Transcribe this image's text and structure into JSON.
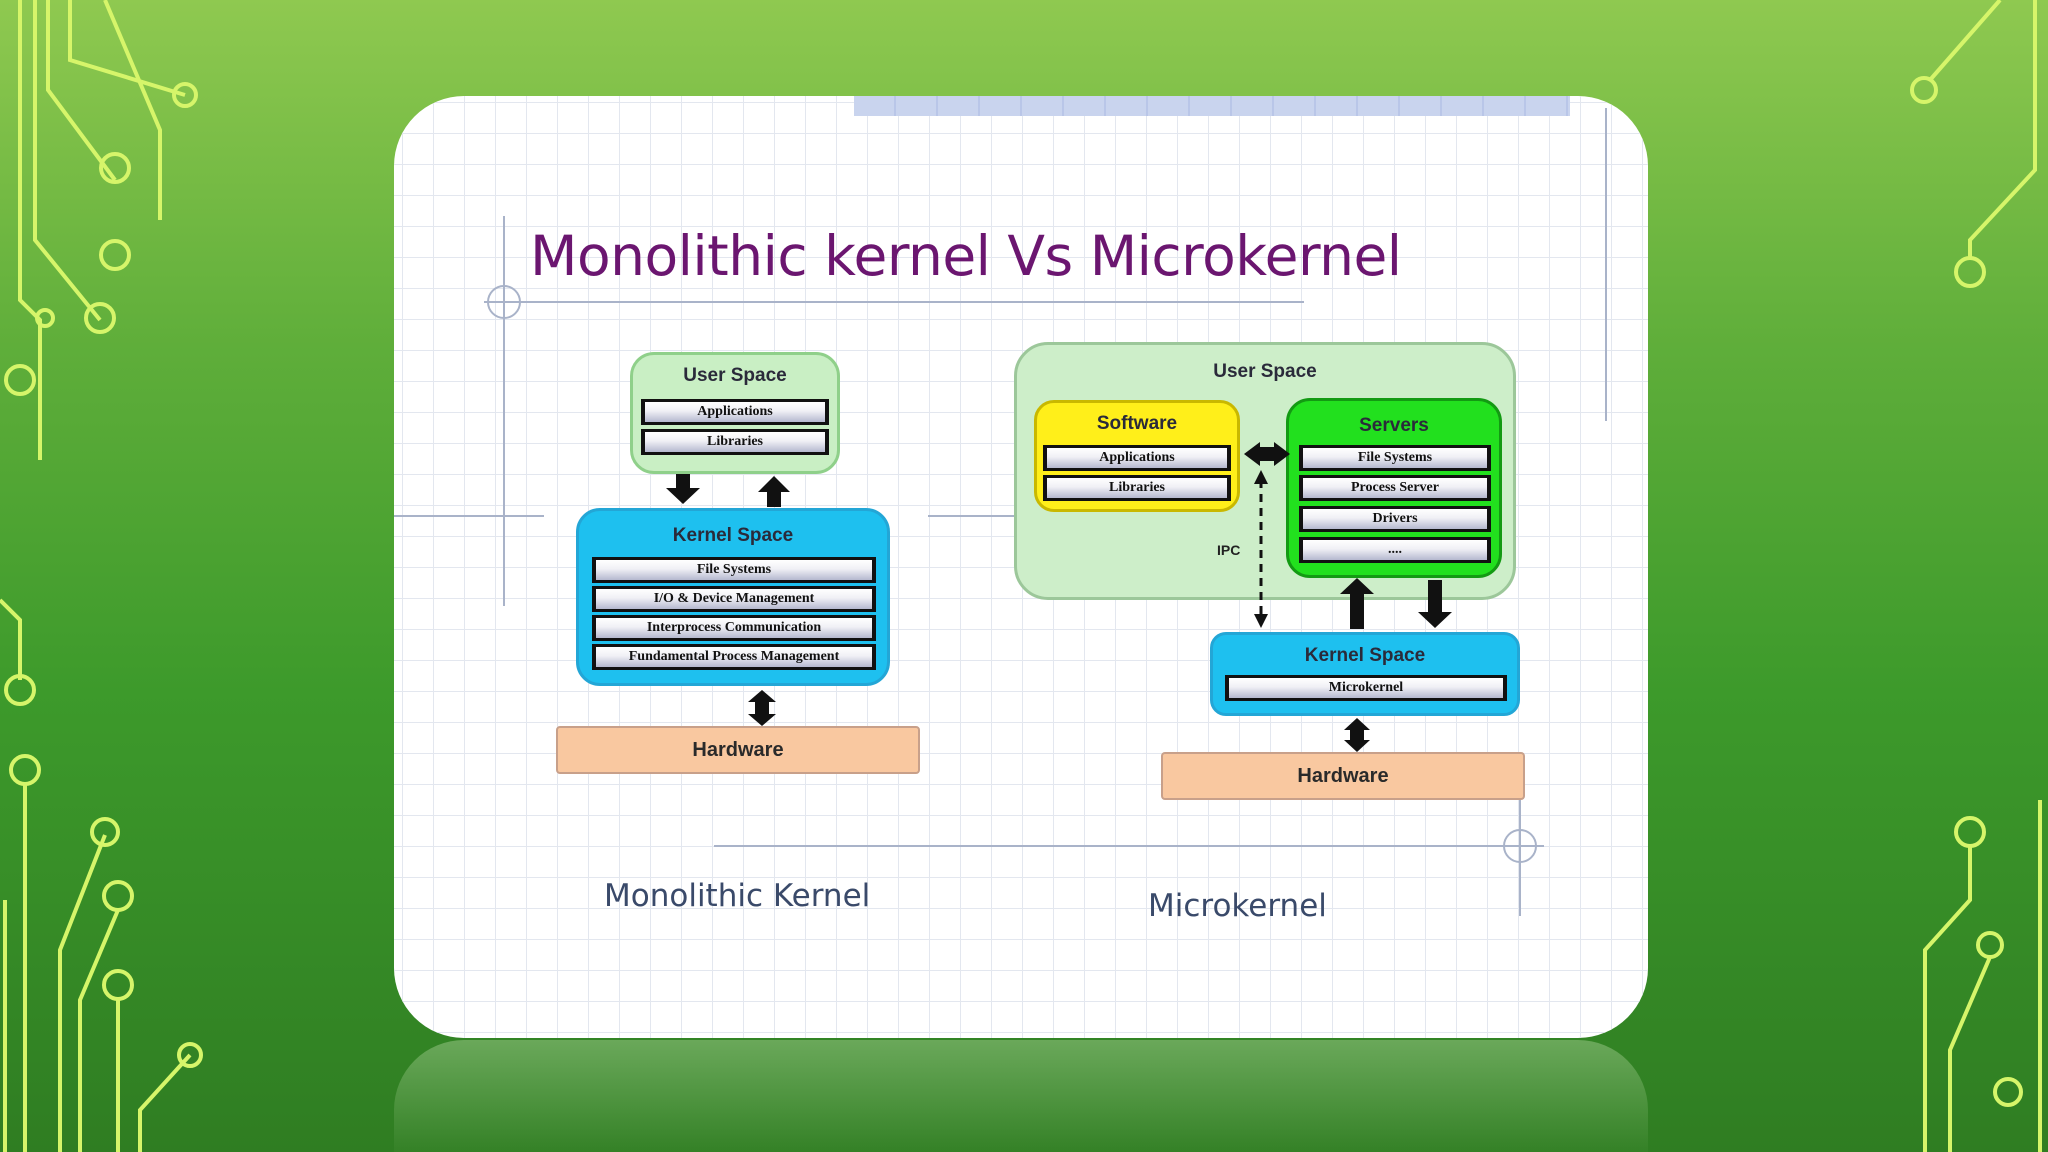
{
  "title": "Monolithic kernel Vs Microkernel",
  "monolithic": {
    "caption": "Monolithic Kernel",
    "user_space": {
      "label": "User Space",
      "rows": [
        "Applications",
        "Libraries"
      ]
    },
    "kernel_space": {
      "label": "Kernel Space",
      "rows": [
        "File Systems",
        "I/O & Device Management",
        "Interprocess Communication",
        "Fundamental Process Management"
      ]
    },
    "hardware": "Hardware"
  },
  "microkernel": {
    "caption": "Microkernel",
    "user_space": {
      "label": "User Space"
    },
    "software": {
      "label": "Software",
      "rows": [
        "Applications",
        "Libraries"
      ]
    },
    "servers": {
      "label": "Servers",
      "rows": [
        "File Systems",
        "Process Server",
        "Drivers",
        "...."
      ]
    },
    "ipc": "IPC",
    "kernel_space": {
      "label": "Kernel Space",
      "rows": [
        "Microkernel"
      ]
    },
    "hardware": "Hardware"
  },
  "colors": {
    "title": "#6b1670",
    "user_space_fill": "#c9efc4",
    "kernel_space_fill": "#1ec0ef",
    "software_fill": "#ffef1a",
    "servers_fill": "#22e01e",
    "hardware_fill": "#f9c8a0"
  }
}
